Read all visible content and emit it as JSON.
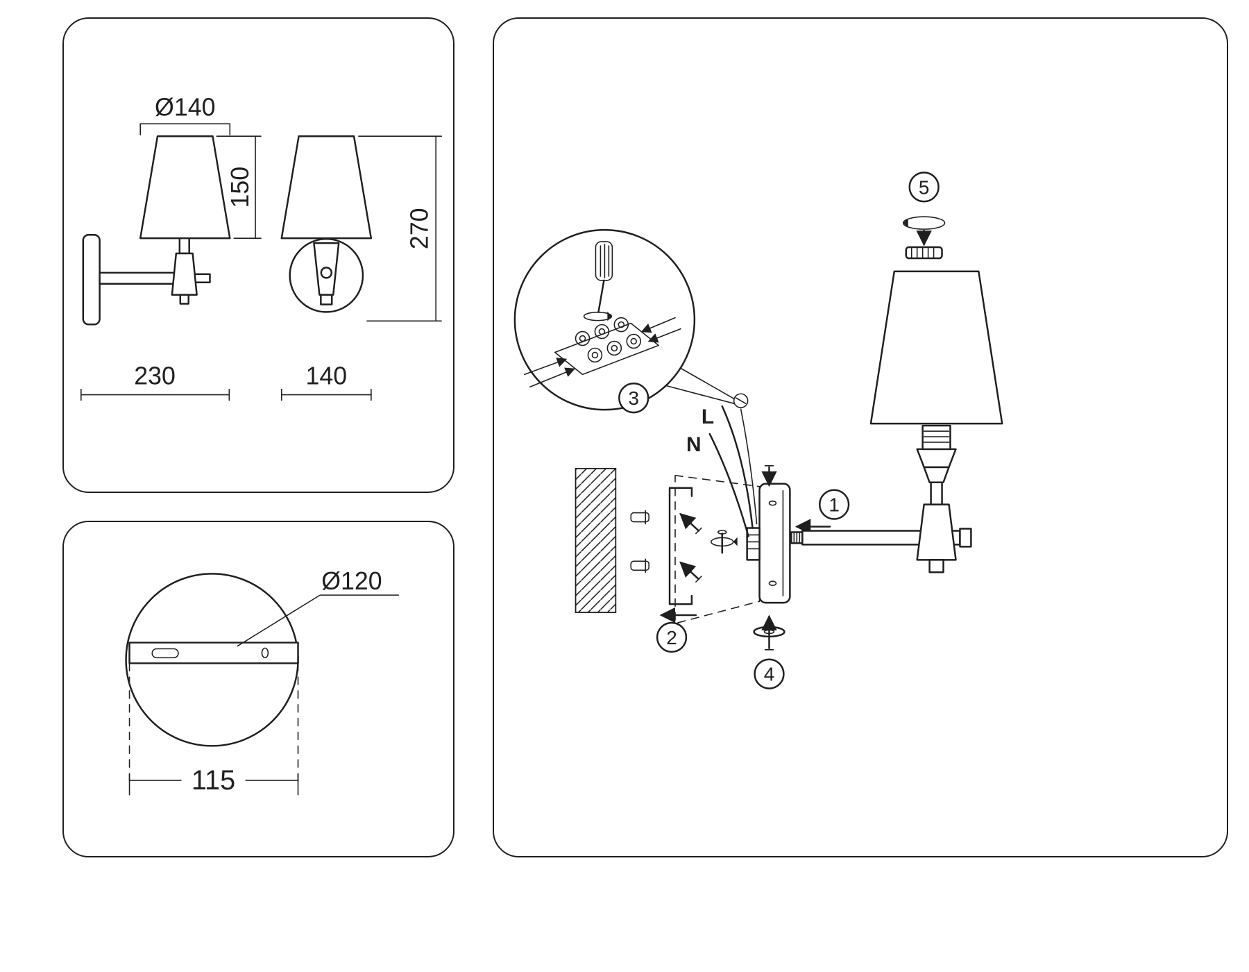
{
  "page": {
    "background": "#ffffff",
    "line_color": "#1f1f1f"
  },
  "dimension_panel": {
    "shade_diameter": "Ø140",
    "shade_height": "150",
    "fixture_height": "270",
    "fixture_depth": "230",
    "fixture_width": "140"
  },
  "base_panel": {
    "plate_diameter": "Ø120",
    "mount_spacing": "115"
  },
  "assembly_panel": {
    "steps": [
      {
        "n": "1"
      },
      {
        "n": "2"
      },
      {
        "n": "3"
      },
      {
        "n": "4"
      },
      {
        "n": "5"
      }
    ],
    "wire_labels": {
      "live": "L",
      "neutral": "N"
    }
  }
}
